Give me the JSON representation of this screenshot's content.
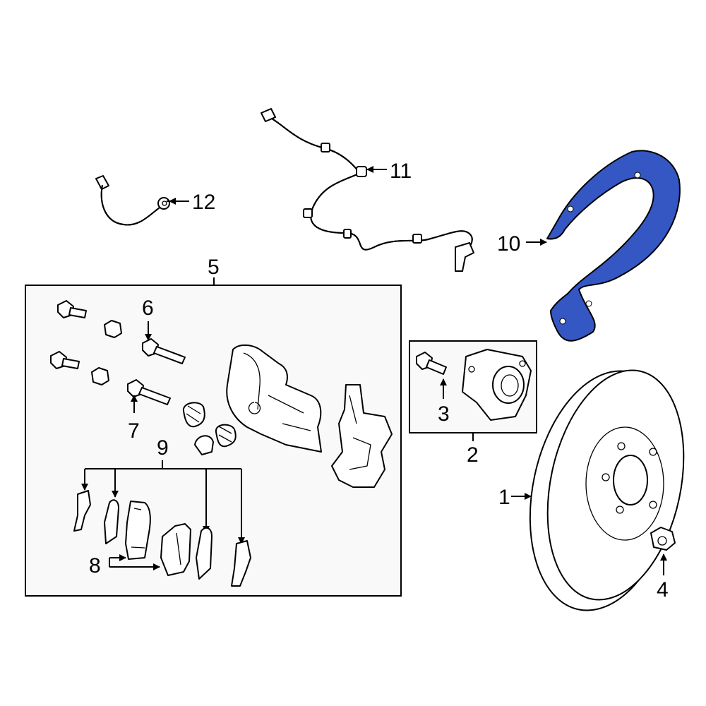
{
  "colors": {
    "highlight": "#3457c4",
    "line": "#000000",
    "background": "#ffffff"
  },
  "callouts": {
    "c1": "1",
    "c2": "2",
    "c3": "3",
    "c4": "4",
    "c5": "5",
    "c6": "6",
    "c7": "7",
    "c8": "8",
    "c9": "9",
    "c10": "10",
    "c11": "11",
    "c12": "12"
  }
}
